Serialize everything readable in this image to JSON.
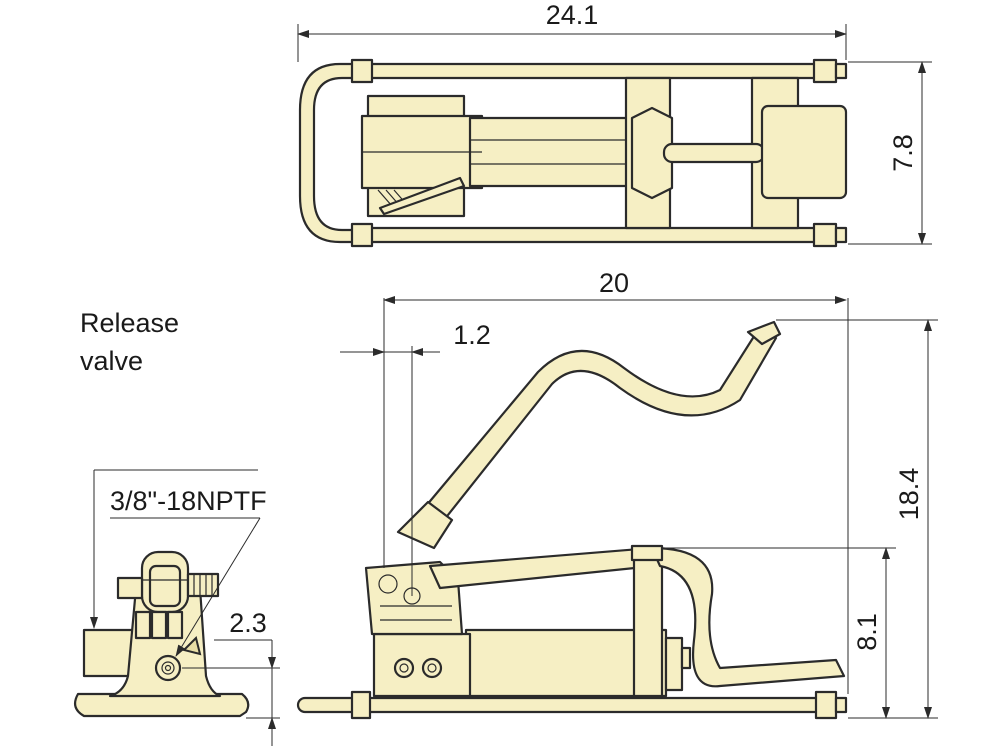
{
  "dimensions": {
    "top_width": "24.1",
    "top_height": "7.8",
    "side_length": "20",
    "side_offset": "1.2",
    "overall_height": "18.4",
    "pedal_height": "8.1",
    "port_height": "2.3"
  },
  "annotations": {
    "release_valve_line1": "Release",
    "release_valve_line2": "valve",
    "port_thread": "3/8\"-18NPTF"
  },
  "colors": {
    "part_fill": "#f6efc4",
    "outline": "#2b2b2b"
  }
}
